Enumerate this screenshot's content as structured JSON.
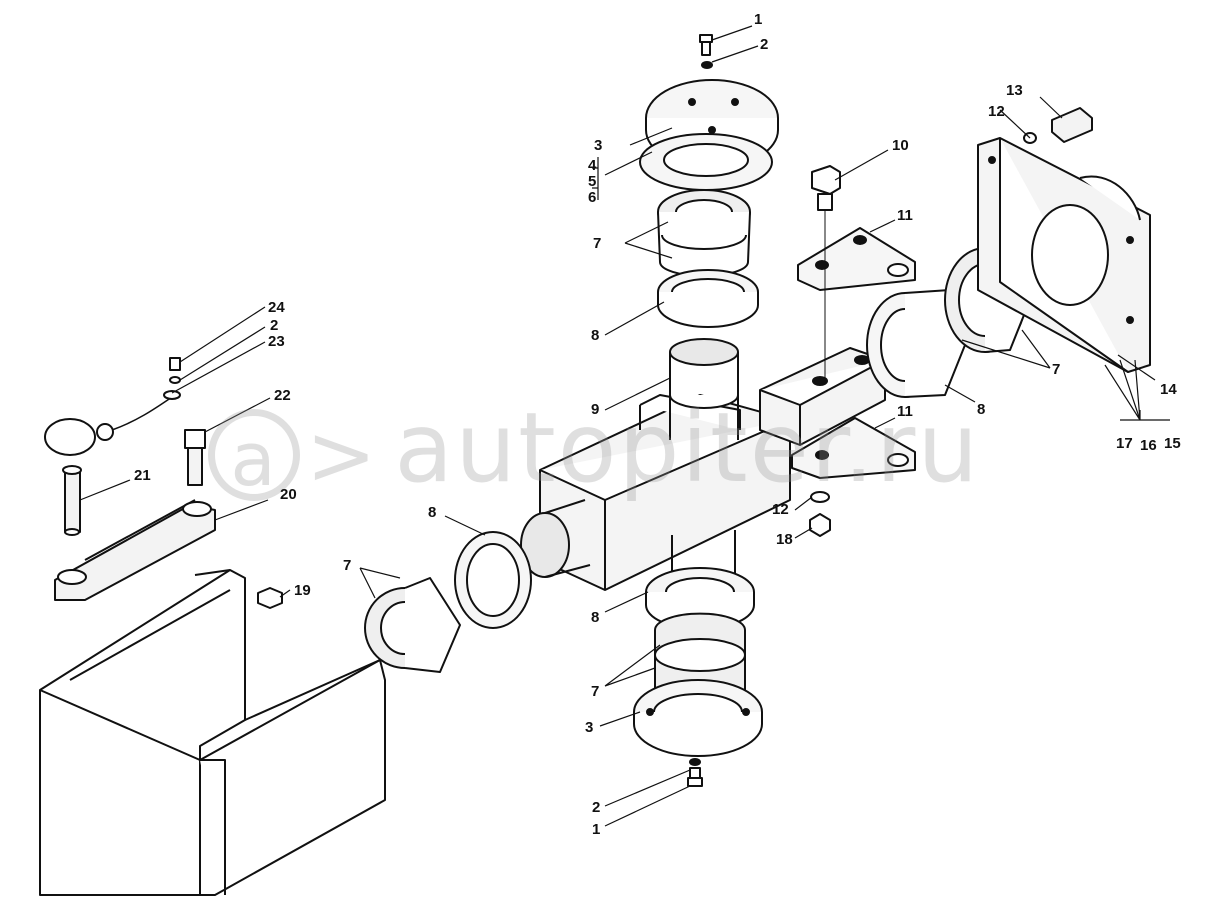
{
  "watermark": {
    "brand": "autopiter.ru",
    "mark_letter": "a",
    "mark_arrow": ">"
  },
  "callouts": [
    {
      "id": "c1a",
      "text": "1"
    },
    {
      "id": "c2a",
      "text": "2"
    },
    {
      "id": "c3a",
      "text": "3"
    },
    {
      "id": "c4",
      "text": "4"
    },
    {
      "id": "c5",
      "text": "5"
    },
    {
      "id": "c6",
      "text": "6"
    },
    {
      "id": "c7a",
      "text": "7"
    },
    {
      "id": "c8a",
      "text": "8"
    },
    {
      "id": "c9",
      "text": "9"
    },
    {
      "id": "c10",
      "text": "10"
    },
    {
      "id": "c11a",
      "text": "11"
    },
    {
      "id": "c11b",
      "text": "11"
    },
    {
      "id": "c12a",
      "text": "12"
    },
    {
      "id": "c13",
      "text": "13"
    },
    {
      "id": "c14",
      "text": "14"
    },
    {
      "id": "c15",
      "text": "15"
    },
    {
      "id": "c16",
      "text": "16"
    },
    {
      "id": "c17",
      "text": "17"
    },
    {
      "id": "c7b",
      "text": "7"
    },
    {
      "id": "c8b",
      "text": "8"
    },
    {
      "id": "c12b",
      "text": "12"
    },
    {
      "id": "c18",
      "text": "18"
    },
    {
      "id": "c8c",
      "text": "8"
    },
    {
      "id": "c7c",
      "text": "7"
    },
    {
      "id": "c8d",
      "text": "8"
    },
    {
      "id": "c7d",
      "text": "7"
    },
    {
      "id": "c3b",
      "text": "3"
    },
    {
      "id": "c2b",
      "text": "2"
    },
    {
      "id": "c1b",
      "text": "1"
    },
    {
      "id": "c24",
      "text": "24"
    },
    {
      "id": "c2c",
      "text": "2"
    },
    {
      "id": "c23",
      "text": "23"
    },
    {
      "id": "c22",
      "text": "22"
    },
    {
      "id": "c21",
      "text": "21"
    },
    {
      "id": "c20",
      "text": "20"
    },
    {
      "id": "c19",
      "text": "19"
    }
  ]
}
